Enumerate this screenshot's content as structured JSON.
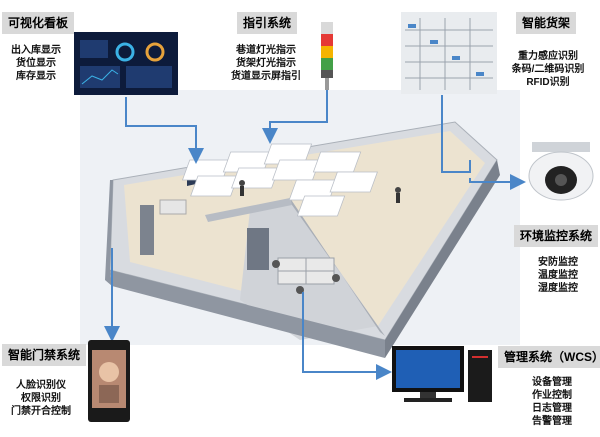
{
  "systems": {
    "dashboard": {
      "title": "可视化看板",
      "items": [
        "出入库显示",
        "货位显示",
        "库存显示"
      ]
    },
    "guide": {
      "title": "指引系统",
      "items": [
        "巷道灯光指示",
        "货架灯光指示",
        "货道显示屏指引"
      ]
    },
    "shelf": {
      "title": "智能货架",
      "items": [
        "重力感应识别",
        "条码/二维码识别",
        "RFID识别"
      ]
    },
    "env": {
      "title": "环境监控系统",
      "items": [
        "安防监控",
        "温度监控",
        "湿度监控"
      ]
    },
    "access": {
      "title": "智能门禁系统",
      "items": [
        "人脸识别仪",
        "权限识别",
        "门禁开合控制"
      ]
    },
    "wcs": {
      "title": "管理系统（WCS）",
      "items": [
        "设备管理",
        "作业控制",
        "日志管理",
        "告警管理"
      ]
    }
  },
  "colors": {
    "arrow": "#4a86c8",
    "label_bg": "#d9d9d9",
    "floor": "#ece3d0",
    "wall": "#8f96a1",
    "wall_top": "#d8dbe0"
  }
}
